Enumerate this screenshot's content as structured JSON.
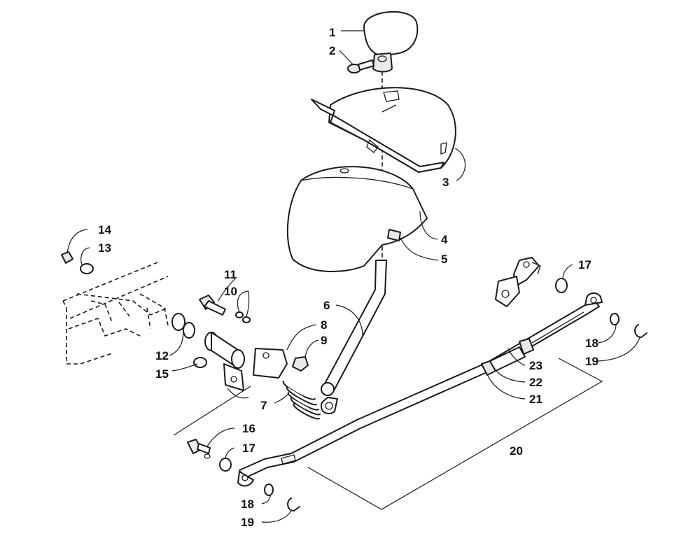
{
  "callouts": [
    {
      "label": "1"
    },
    {
      "label": "2"
    },
    {
      "label": "3"
    },
    {
      "label": "4"
    },
    {
      "label": "5"
    },
    {
      "label": "6"
    },
    {
      "label": "7"
    },
    {
      "label": "8"
    },
    {
      "label": "9"
    },
    {
      "label": "10"
    },
    {
      "label": "11"
    },
    {
      "label": "12"
    },
    {
      "label": "13"
    },
    {
      "label": "14"
    },
    {
      "label": "15"
    },
    {
      "label": "16"
    },
    {
      "label": "17"
    },
    {
      "label": "17"
    },
    {
      "label": "18"
    },
    {
      "label": "18"
    },
    {
      "label": "19"
    },
    {
      "label": "19"
    },
    {
      "label": "20"
    },
    {
      "label": "21"
    },
    {
      "label": "22"
    },
    {
      "label": "23"
    }
  ]
}
